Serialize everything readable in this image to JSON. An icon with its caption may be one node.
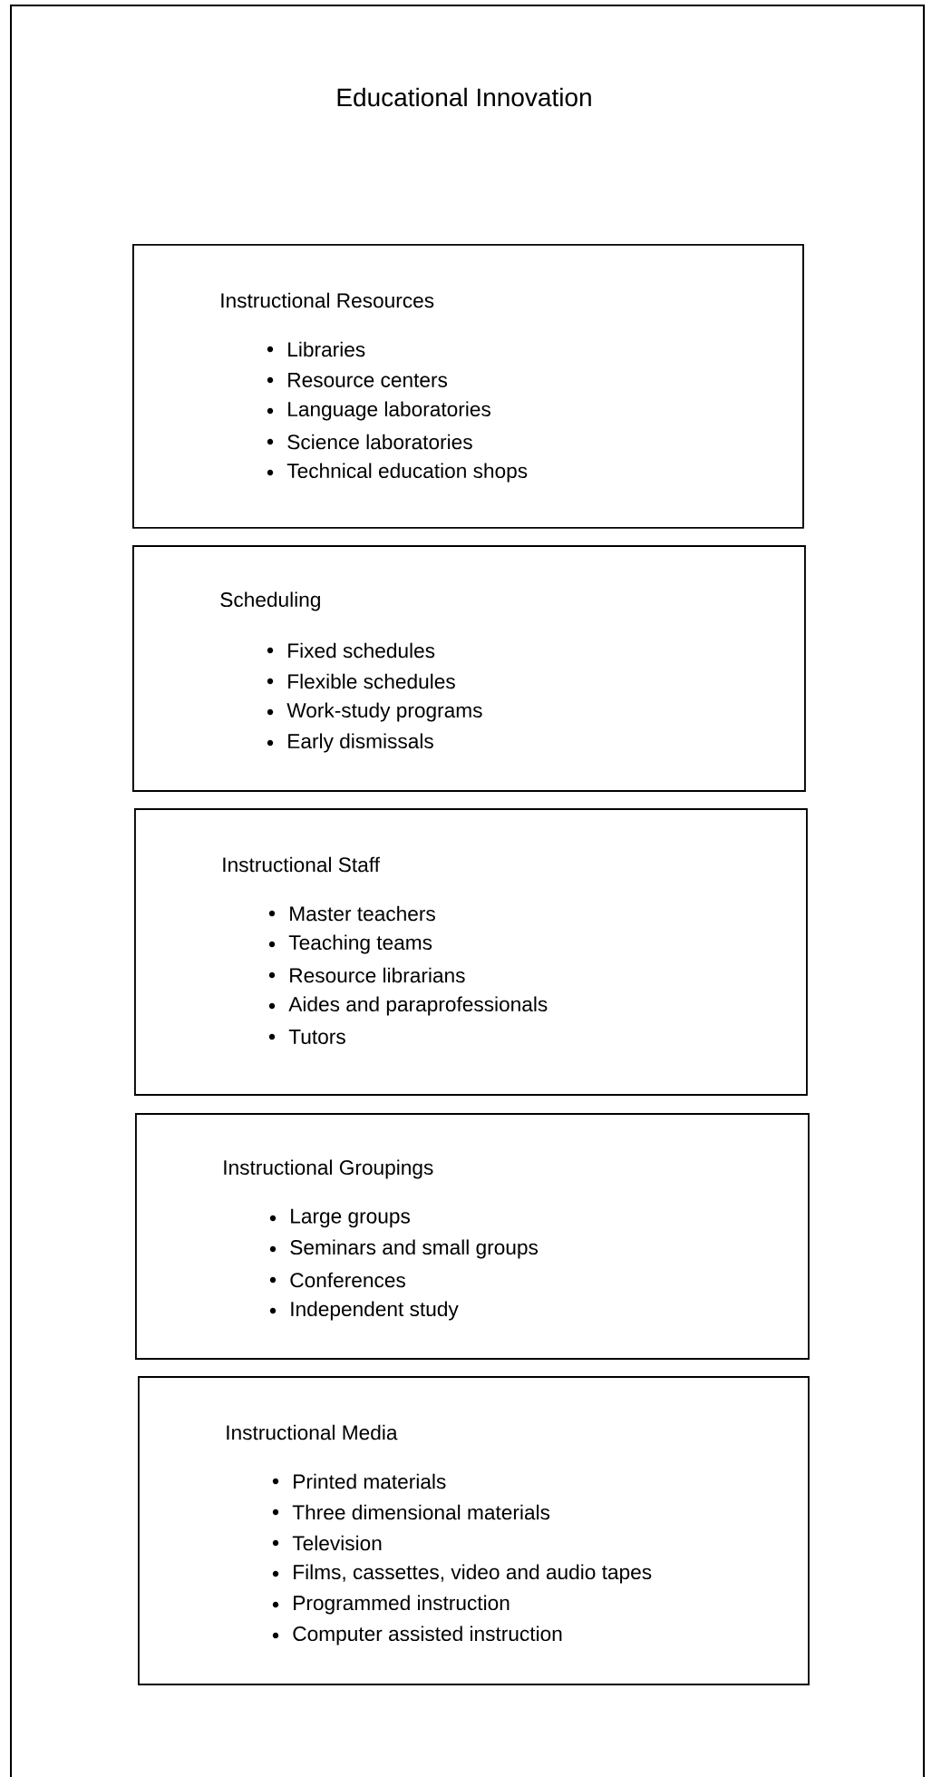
{
  "diagram": {
    "title": "Educational Innovation",
    "nodes": [
      {
        "text": [
          "Instructional Resources",
          "Libraries",
          "Resource centers",
          "Language laboratories",
          "Science laboratories",
          "Technical education shops"
        ]
      },
      {
        "text": [
          "Scheduling",
          "Fixed schedules",
          "Flexible schedules",
          "Work-study programs",
          "Early dismissals"
        ]
      },
      {
        "text": [
          "Instructional Staff",
          "Master teachers",
          "Teaching teams",
          "Resource librarians",
          "Aides and paraprofessionals",
          "Tutors"
        ]
      },
      {
        "text": [
          "Instructional Groupings",
          "Large groups",
          "Seminars and small groups",
          "Conferences",
          "Independent study"
        ]
      },
      {
        "text": [
          "Instructional Media",
          "Printed materials",
          "Three dimensional materials",
          "Television",
          "Films, cassettes, video and audio tapes",
          "Programmed instruction",
          "Computer assisted instruction"
        ]
      }
    ]
  }
}
